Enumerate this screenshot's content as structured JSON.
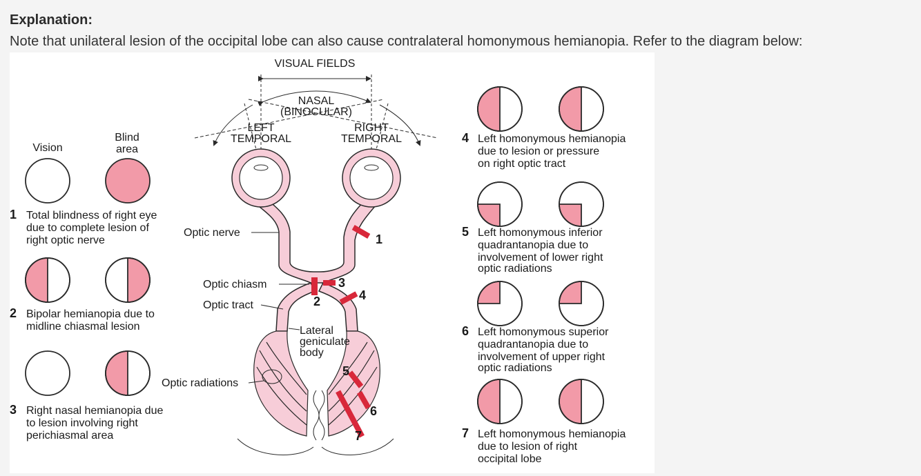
{
  "explanation": {
    "heading": "Explanation:",
    "note": "Note that unilateral lesion of the occipital lobe can also cause contralateral homonymous hemianopia. Refer to the diagram below:"
  },
  "diagram": {
    "top_title": "VISUAL FIELDS",
    "nasal_line1": "NASAL",
    "nasal_line2": "(BINOCULAR)",
    "left_temporal_line1": "LEFT",
    "left_temporal_line2": "TEMPORAL",
    "right_temporal_line1": "RIGHT",
    "right_temporal_line2": "TEMPORAL",
    "col_vision": "Vision",
    "col_blind_line1": "Blind",
    "col_blind_line2": "area",
    "optic_nerve": "Optic nerve",
    "optic_chiasm": "Optic chiasm",
    "optic_tract": "Optic tract",
    "lgb_line1": "Lateral",
    "lgb_line2": "geniculate",
    "lgb_line3": "body",
    "optic_radiations": "Optic radiations",
    "lesion_numbers": [
      "1",
      "2",
      "3",
      "4",
      "5",
      "6",
      "7"
    ],
    "left_cases": [
      {
        "num": "1",
        "lines": [
          "Total blindness of right eye",
          "due to complete lesion of",
          "right optic nerve"
        ]
      },
      {
        "num": "2",
        "lines": [
          "Bipolar hemianopia due to",
          "midline chiasmal lesion"
        ]
      },
      {
        "num": "3",
        "lines": [
          "Right nasal hemianopia due",
          "to lesion involving right",
          "perichiasmal area"
        ]
      }
    ],
    "right_cases": [
      {
        "num": "4",
        "lines": [
          "Left homonymous hemianopia",
          "due to lesion or pressure",
          "on right optic tract"
        ]
      },
      {
        "num": "5",
        "lines": [
          "Left homonymous inferior",
          "quadrantanopia due to",
          "involvement of lower right",
          "optic radiations"
        ]
      },
      {
        "num": "6",
        "lines": [
          "Left homonymous superior",
          "quadrantanopia due to",
          "involvement of upper right",
          "optic radiations"
        ]
      },
      {
        "num": "7",
        "lines": [
          "Left homonymous hemianopia",
          "due to lesion of right",
          "occipital lobe"
        ]
      }
    ],
    "colors": {
      "blind": "#f29aa8",
      "lesion": "#d8283a",
      "tissue": "#f7cdd8",
      "stroke": "#2a2a2a"
    }
  }
}
